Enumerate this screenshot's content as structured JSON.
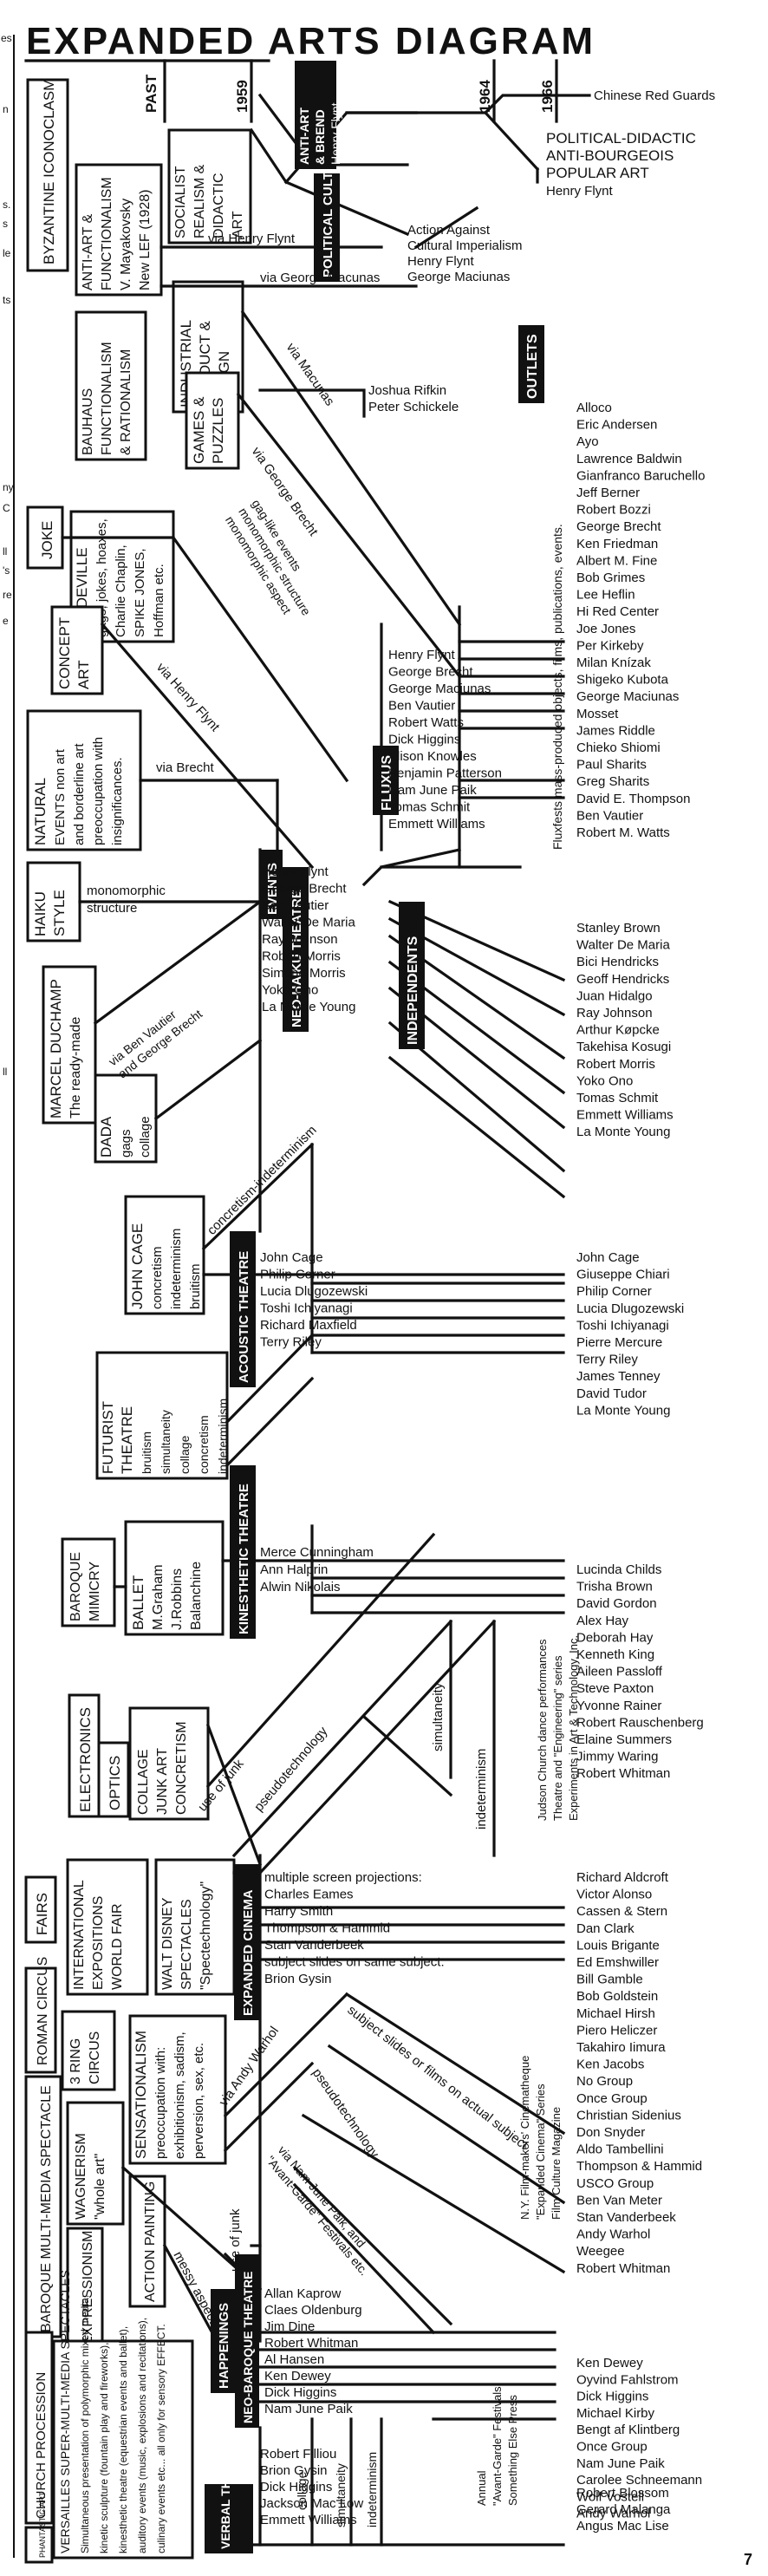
{
  "title": "EXPANDED ARTS DIAGRAM",
  "page_number": "7",
  "margin_fragments": [
    "es",
    "n",
    "s.",
    "s",
    "le",
    "ts",
    "ny",
    "C",
    "ll",
    "'s",
    "re",
    "e",
    "ll"
  ],
  "timeline": {
    "past": "PAST",
    "y1959": "1959",
    "y1964": "1964",
    "y1966": "1966"
  },
  "sections": {
    "political_culture": "POLITICAL CULTURE",
    "outlets": "OUTLETS",
    "fluxus": "FLUXUS",
    "events": "EVENTS",
    "neo_haiku_theatre": "NEO-HAIKU THEATRE",
    "independents": "INDEPENDENTS",
    "acoustic_theatre": "ACOUSTIC THEATRE",
    "kinesthetic_theatre": "KINESTHETIC THEATRE",
    "expanded_cinema": "EXPANDED CINEMA",
    "happenings": "HAPPENINGS",
    "neo_baroque_theatre": "NEO-BAROQUE THEATRE",
    "verbal_theatre": "VERBAL THEATRE"
  },
  "boxes": {
    "byzantine": "BYZANTINE ICONOCLASM",
    "socialist_realism": [
      "SOCIALIST",
      "REALISM &",
      "DIDACTIC",
      "ART"
    ],
    "anti_art_functionalism": [
      "ANTI-ART &",
      "FUNCTIONALISM",
      "V. Mayakovsky",
      "New LEF (1928)"
    ],
    "anti_art_brend": [
      "ANTI-ART",
      "& BREND",
      "Henry Flynt"
    ],
    "industrial": [
      "INDUSTRIAL",
      "PRODUCT &",
      "DESIGN"
    ],
    "bauhaus": [
      "BAUHAUS",
      "FUNCTIONALISM",
      "& RATIONALISM"
    ],
    "games": [
      "GAMES &",
      "PUZZLES"
    ],
    "joke": "JOKE",
    "vaudeville": [
      "VAUDEVILLE",
      "gags, jokes, hoaxes,",
      "Charlie Chaplin,",
      "SPIKE JONES,",
      "Hoffman etc."
    ],
    "concept_art": [
      "CONCEPT",
      "ART"
    ],
    "natural_events": [
      "NATURAL",
      "EVENTS non art",
      "and borderline art",
      "preoccupation with",
      "insignificances."
    ],
    "haiku": [
      "HAIKU",
      "STYLE"
    ],
    "duchamp": [
      "MARCEL DUCHAMP",
      "The ready-made"
    ],
    "dada": [
      "DADA",
      "gags",
      "collage"
    ],
    "john_cage": [
      "JOHN CAGE",
      "concretism",
      "indeterminism",
      "bruitism"
    ],
    "futurist": [
      "FUTURIST",
      "THEATRE",
      "bruitism",
      "simultaneity",
      "collage",
      "concretism",
      "indeterminism"
    ],
    "baroque_mimicry": [
      "BAROQUE",
      "MIMICRY"
    ],
    "ballet": [
      "BALLET",
      "M.Graham",
      "J.Robbins",
      "Balanchine"
    ],
    "electronics": "ELECTRONICS",
    "optics": "OPTICS",
    "collage_junk": [
      "COLLAGE",
      "JUNK ART",
      "CONCRETISM"
    ],
    "fairs": "FAIRS",
    "expositions": [
      "INTERNATIONAL",
      "EXPOSITIONS",
      "WORLD FAIR"
    ],
    "walt_disney": [
      "WALT DISNEY",
      "SPECTACLES",
      "\"Spectechnology\""
    ],
    "roman_circus": "ROMAN CIRCUS",
    "three_ring_circus": [
      "3 RING",
      "CIRCUS"
    ],
    "sensationalism": [
      "SENSATIONALISM",
      "preoccupation with:",
      "exhibitionism, sadism,",
      "perversion, sex, etc."
    ],
    "baroque_multimedia": "BAROQUE MULTI-MEDIA SPECTACLE",
    "wagnerism": [
      "WAGNERISM",
      "\"whole art\""
    ],
    "expressionism": "EXPRESSIONISM",
    "action_painting": "ACTION PAINTING",
    "church_procession": "CHURCH PROCESSION",
    "phantastic_art": "PHANTASTIC ART",
    "versailles": [
      "VERSAILLES SUPER-MULTI-MEDIA SPECTACLES",
      "Simultaneous presentation of polymorphic mixed media:",
      "kinetic sculpture (fountain play and fireworks),",
      "kinesthetic theatre (equestrian events and ballet),",
      "auditory events (music, explosions and recitations),",
      "culinary events etc... all only for sensory EFFECT."
    ]
  },
  "line_labels": {
    "via_flynt": "via Henry Flynt",
    "via_maciunas_h": "via George Macunas",
    "via_maciunas": "via Macunas",
    "via_brecht_diag": "via George Brecht",
    "gag_like": [
      "gag-like events",
      "monomorphic structure",
      "monomorphic aspect"
    ],
    "via_flynt_diag": "via Henry Flynt",
    "via_brecht": "via Brecht",
    "monomorphic": [
      "monomorphic",
      "structure"
    ],
    "via_vautier": [
      "via Ben Vautier",
      "and George Brecht"
    ],
    "concretism_indet": "concretism-indeterminism",
    "use_of_junk": "use of junk",
    "pseudotechnology": "pseudotechnology",
    "simultaneity": "simultaneity",
    "indeterminism": "indeterminism",
    "via_warhol": "via Andy Warhol",
    "subject_slides": "subject slides or films on actual subject",
    "pseudotechnology2": "pseudotechnology",
    "via_paik": [
      "via Nam June Paik, and",
      "\"Avant-Garde\" Festivals etc."
    ],
    "use_of_junk2": "use of junk",
    "messy": "messy aspect",
    "collage": "collage",
    "simultaneity2": "simultaneity",
    "indeterminism2": "indeterminism"
  },
  "political_culture_items": {
    "red_guards": "Chinese Red Guards",
    "pdab": [
      "POLITICAL-DIDACTIC",
      "ANTI-BOURGEOIS",
      "POPULAR ART",
      "Henry Flynt"
    ],
    "action_against": [
      "Action Against",
      "Cultural Imperialism",
      "Henry Flynt",
      "George Maciunas"
    ]
  },
  "rifkin": [
    "Joshua Rifkin",
    "Peter Schickele"
  ],
  "outlets_names": [
    "Alloco",
    "Eric Andersen",
    "Ayo",
    "Lawrence Baldwin",
    "Gianfranco Baruchello",
    "Jeff Berner",
    "Robert Bozzi",
    "George Brecht",
    "Ken Friedman",
    "Albert M. Fine",
    "Bob Grimes",
    "Lee Heflin",
    "Hi Red Center",
    "Joe Jones",
    "Per Kirkeby",
    "Milan Knízak",
    "Shigeko Kubota",
    "George Maciunas",
    "Mosset",
    "James Riddle",
    "Chieko Shiomi",
    "Paul Sharits",
    "Greg Sharits",
    "David E. Thompson",
    "Ben Vautier",
    "Robert M. Watts"
  ],
  "fluxfests": "Fluxfests mass-produced objects, films, publications, events.",
  "fluxus_names": [
    "Henry Flynt",
    "George Brecht",
    "George Maciunas",
    "Ben Vautier",
    "Robert Watts",
    "Dick Higgins",
    "Alison Knowles",
    "Benjamin Patterson",
    "Nam June Paik",
    "Tomas Schmit",
    "Emmett Williams"
  ],
  "events_names": [
    "Henry Flynt",
    "George Brecht",
    "Ben Vautier",
    "Walter De Maria",
    "Ray Johnson",
    "Robert Morris",
    "Simone Morris",
    "Yoko Ono",
    "La Monte Young"
  ],
  "independents_names": [
    "Stanley Brown",
    "Walter De Maria",
    "Bici Hendricks",
    "Geoff Hendricks",
    "Juan Hidalgo",
    "Ray Johnson",
    "Arthur Køpcke",
    "Takehisa Kosugi",
    "Robert Morris",
    "Yoko Ono",
    "Tomas Schmit",
    "Emmett Williams",
    "La Monte Young"
  ],
  "acoustic_left": [
    "John Cage",
    "Philip Corner",
    "Lucia Dlugozewski",
    "Toshi Ichiyanagi",
    "Richard Maxfield",
    "Terry Riley"
  ],
  "acoustic_right": [
    "John Cage",
    "Giuseppe Chiari",
    "Philip Corner",
    "Lucia Dlugozewski",
    "Toshi Ichiyanagi",
    "Pierre Mercure",
    "Terry Riley",
    "James Tenney",
    "David Tudor",
    "La Monte Young"
  ],
  "kinesthetic_left": [
    "Merce Cunningham",
    "Ann Halprin",
    "Alwin Nikolais"
  ],
  "judson": [
    "Judson Church dance performances",
    "Theatre and \"Engineering\" series",
    "Experiments in Art & Technology, Inc."
  ],
  "kinesthetic_right": [
    "Lucinda Childs",
    "Trisha Brown",
    "David Gordon",
    "Alex Hay",
    "Deborah Hay",
    "Kenneth King",
    "Aileen Passloff",
    "Steve Paxton",
    "Yvonne Rainer",
    "Robert Rauschenberg",
    "Elaine Summers",
    "Jimmy Waring",
    "Robert Whitman"
  ],
  "cinema_left": [
    "multiple screen projections:",
    "Charles Eames",
    "Harry Smith",
    "Thompson & Hammid",
    "Stan Vanderbeek",
    "subject slides on same subject:",
    "Brion Gysin"
  ],
  "cinematheque": [
    "N.Y. Film-makers' Cinematheque",
    "\"Expanded Cinema\" Series",
    "Film Culture Magazine"
  ],
  "cinema_right": [
    "Richard Aldcroft",
    "Victor Alonso",
    "Cassen & Stern",
    "Dan Clark",
    "Louis Brigante",
    "Ed Emshwiller",
    "Bill Gamble",
    "Bob Goldstein",
    "Michael Hirsh",
    "Piero Heliczer",
    "Takahiro Iimura",
    "Ken Jacobs",
    "No Group",
    "Once Group",
    "Christian Sidenius",
    "Don Snyder",
    "Aldo Tambellini",
    "Thompson & Hammid",
    "USCO Group",
    "Ben Van Meter",
    "Stan Vanderbeek",
    "Andy Warhol",
    "Weegee",
    "Robert Whitman"
  ],
  "happenings_left": [
    "Allan Kaprow",
    "Claes Oldenburg",
    "Jim Dine",
    "Robert Whitman",
    "Al Hansen",
    "Ken Dewey",
    "Dick Higgins",
    "Nam June Paik"
  ],
  "avant_garde": [
    "Annual",
    "\"Avant-Garde\" Festivals",
    "Something Else Press"
  ],
  "happenings_right": [
    "Ken Dewey",
    "Oyvind Fahlstrom",
    "Dick Higgins",
    "Michael Kirby",
    "Bengt af Klintberg",
    "Once Group",
    "Nam June Paik",
    "Carolee Schneemann",
    "Wolf Vostell",
    "Andy Warhol"
  ],
  "verbal_left": [
    "Robert Filliou",
    "Brion Gysin",
    "Dick Higgins",
    "Jackson Mac Low",
    "Emmett Williams"
  ],
  "verbal_right": [
    "Robert Blossom",
    "Gerard Malanga",
    "Angus Mac Lise"
  ]
}
